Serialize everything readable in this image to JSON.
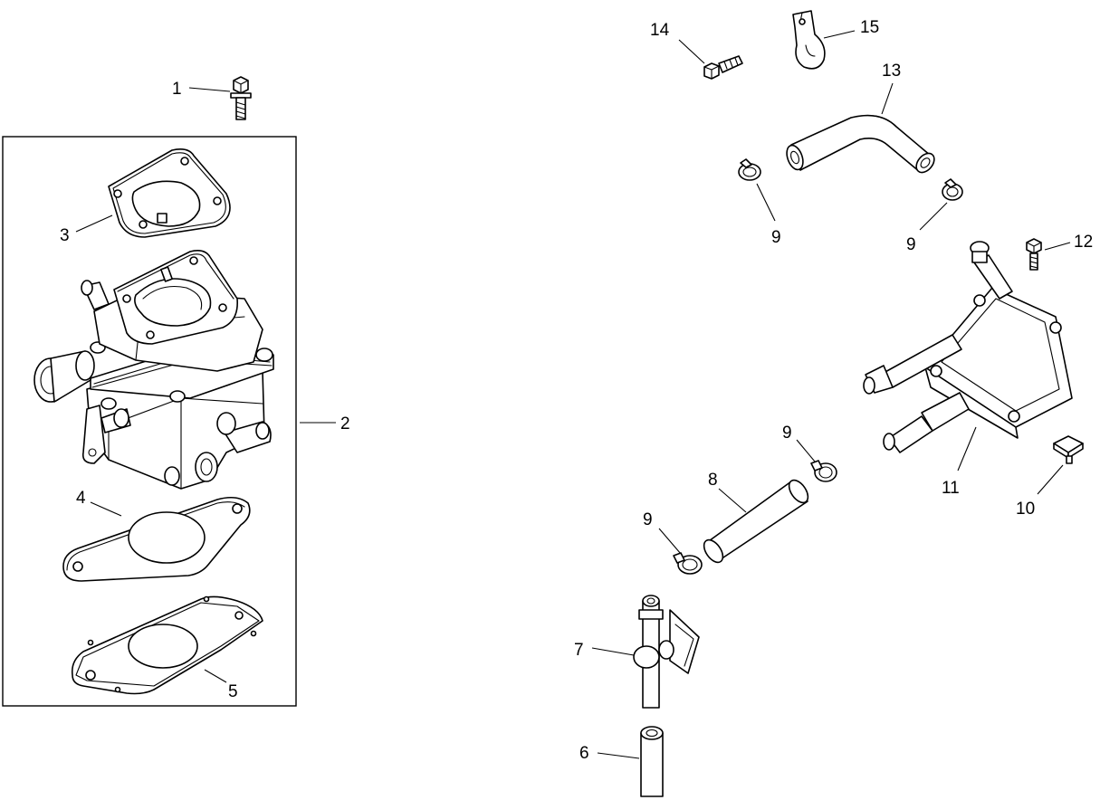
{
  "diagram": {
    "callouts": {
      "c1": "1",
      "c2": "2",
      "c3": "3",
      "c4": "4",
      "c5": "5",
      "c6": "6",
      "c7": "7",
      "c8": "8",
      "c9a": "9",
      "c9b": "9",
      "c9c": "9",
      "c9d": "9",
      "c10": "10",
      "c11": "11",
      "c12": "12",
      "c13": "13",
      "c14": "14",
      "c15": "15"
    },
    "icons": {
      "bolt": "bolt-icon",
      "gasket": "gasket-icon",
      "carburetor": "carburetor-icon",
      "fuel-pump": "fuel-pump-icon",
      "hose": "hose-icon",
      "clamp": "hose-clamp-icon",
      "shutoff-valve": "shutoff-valve-icon"
    },
    "colors": {
      "line": "#000000",
      "background": "#ffffff"
    }
  }
}
